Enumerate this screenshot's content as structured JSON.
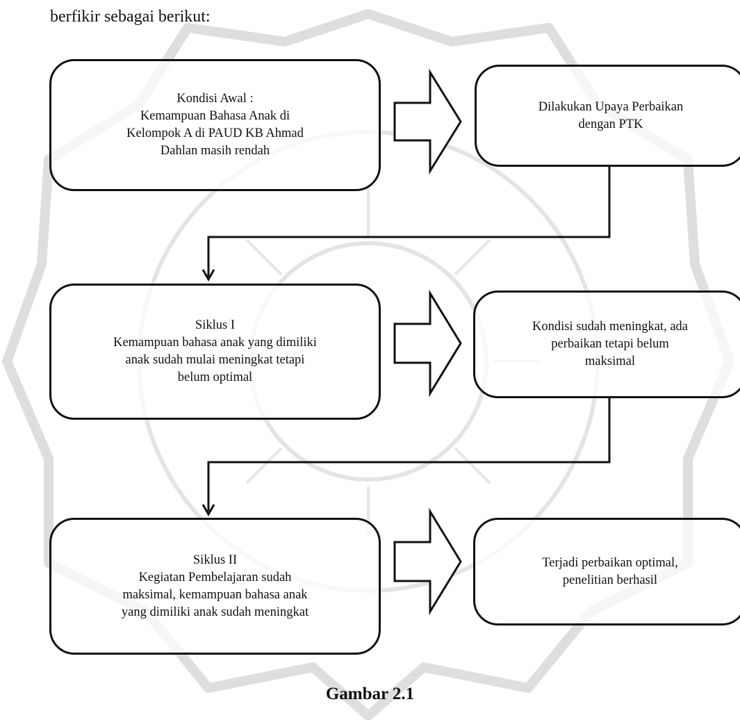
{
  "intro_text": "berfikir sebagai berikut:",
  "boxes": {
    "awal": {
      "lines": [
        "Kondisi Awal :",
        "Kemampuan Bahasa Anak di",
        "Kelompok A di PAUD KB Ahmad",
        "Dahlan  masih rendah"
      ]
    },
    "upaya": {
      "lines": [
        "Dilakukan Upaya Perbaikan",
        "dengan PTK"
      ]
    },
    "siklus1": {
      "lines": [
        "Siklus I",
        "Kemampuan bahasa anak yang dimiliki",
        "anak sudah mulai meningkat tetapi",
        "belum optimal"
      ]
    },
    "kondisi": {
      "lines": [
        "Kondisi sudah meningkat, ada",
        "perbaikan tetapi belum",
        "maksimal"
      ]
    },
    "siklus2": {
      "lines": [
        "Siklus II",
        "Kegiatan Pembelajaran sudah",
        "maksimal, kemampuan bahasa anak",
        "yang dimiliki anak sudah meningkat"
      ]
    },
    "hasil": {
      "lines": [
        "Terjadi perbaikan optimal,",
        "penelitian berhasil"
      ]
    }
  },
  "caption": "Gambar 2.1",
  "colors": {
    "ink": "#111111",
    "watermark": "#dcdcdc"
  }
}
